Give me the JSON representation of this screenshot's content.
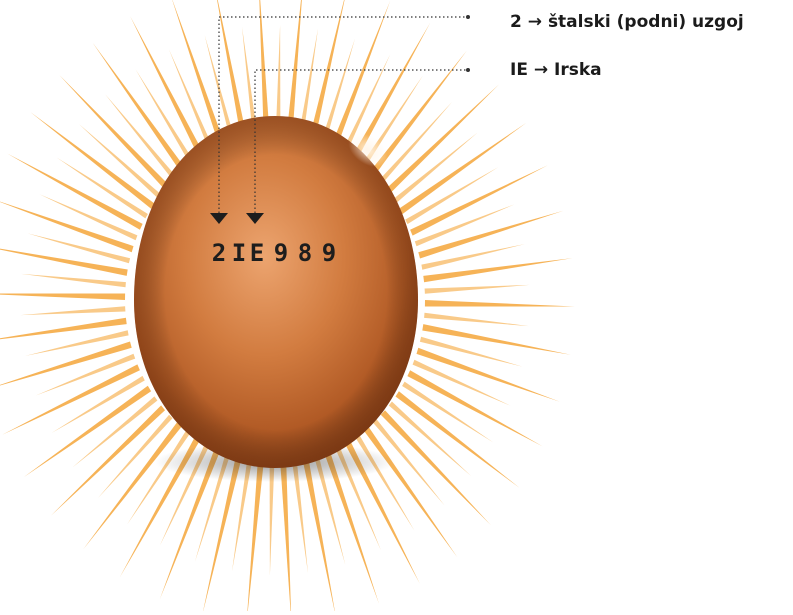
{
  "egg_code": {
    "chars": [
      "2",
      "I",
      "E",
      "9",
      "8",
      "9"
    ]
  },
  "annotations": [
    {
      "code": "2",
      "arrow": "→",
      "meaning": "štalski (podni) uzgoj"
    },
    {
      "code": "IE",
      "arrow": "→",
      "meaning": "Irska"
    }
  ],
  "colors": {
    "ray": "#f5a63a",
    "egg_light": "#e9a26e",
    "egg_mid": "#c76f35",
    "egg_dark": "#7a3a14",
    "stamp_ink": "#1d1d1d",
    "leader_line": "#333333"
  }
}
